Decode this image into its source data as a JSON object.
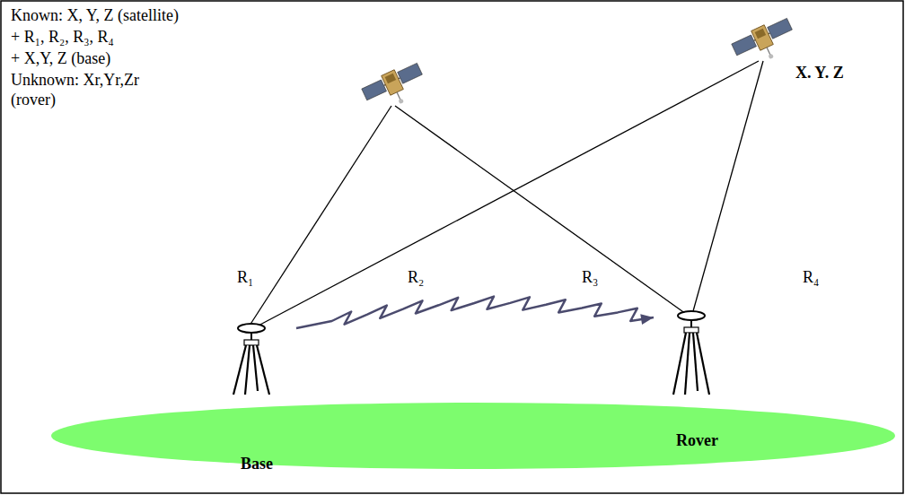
{
  "diagram": {
    "nodes": [
      {
        "text": [
          "Base"
        ]
      },
      {
        "text": [
          "Rover"
        ]
      }
    ],
    "edges": [
      {
        "from": 0,
        "to": 1,
        "arrow": "to"
      }
    ],
    "labels": [
      "Known: X, Y, Z (satellite)",
      "+ R₁, R₂, R₃, R₄",
      "+ X,Y, Z (base)",
      "Unknown: Xr,Yr,Zr",
      "(rover)",
      "R₁",
      "R₂",
      "R₃",
      "R₄",
      "X. Y. Z"
    ]
  }
}
